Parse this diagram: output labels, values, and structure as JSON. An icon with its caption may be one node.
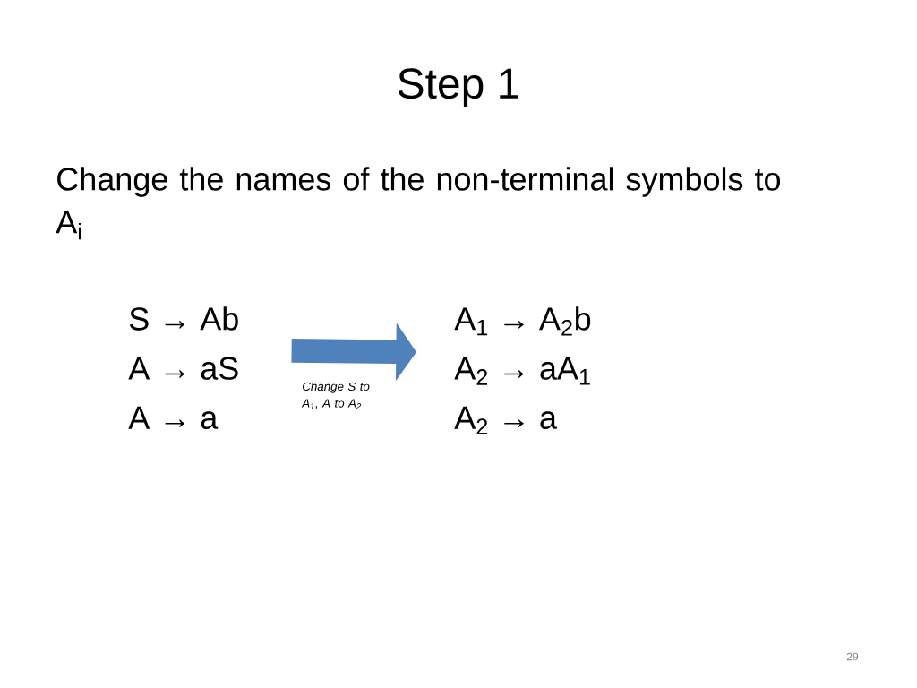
{
  "diagram": {
    "title": "Step 1",
    "nodes": [
      {
        "text": [
          "S → Ab",
          "A → aS",
          "A → a"
        ]
      },
      {
        "text": [
          "A$_{1}$ → A$_{2}$b",
          "A$_{2}$ → aA$_{1}$",
          "A$_{2}$ → a"
        ]
      }
    ],
    "edges": [
      {
        "from": 0,
        "to": 1,
        "arrow": "to",
        "label": "Change S to A$_{1}$, A to A$_{2}$",
        "color": "#4f81bd"
      }
    ],
    "labels": [
      "Change the names of the non-terminal symbols to A$_{i}$",
      "29"
    ]
  }
}
